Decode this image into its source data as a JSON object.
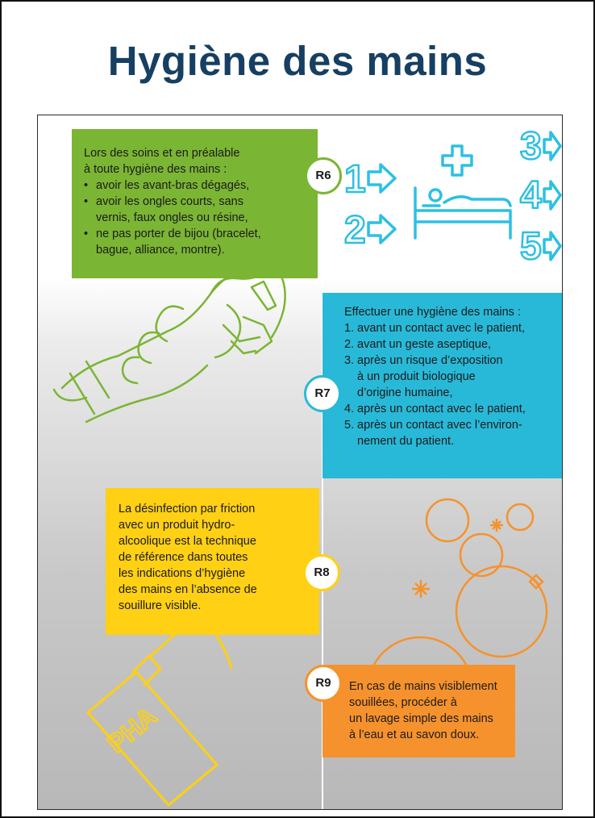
{
  "title": "Hygiène des mains",
  "colors": {
    "title": "#173f62",
    "green": "#7bb534",
    "cyan": "#29b9d8",
    "yellow": "#ffd014",
    "orange": "#f6922d"
  },
  "icons": [
    "steps-arrows-icon",
    "patient-bed-icon",
    "medical-cross-icon",
    "hands-rubbing-icon",
    "soap-bubbles-icon",
    "sanitizer-pump-bottle-icon"
  ],
  "step_arrows": [
    "1",
    "2",
    "3",
    "4",
    "5"
  ],
  "bottle_label": "PHA",
  "r6": {
    "badge": "R6",
    "lines": [
      "Lors des soins et en préalable",
      "à toute hygiène des mains :",
      "avoir les avant-bras dégagés,",
      "avoir les ongles courts, sans",
      "vernis, faux ongles ou résine,",
      "ne pas porter de bijou (bracelet,",
      "bague, alliance, montre)."
    ],
    "bullet": "•"
  },
  "r7": {
    "badge": "R7",
    "intro": "Effectuer une hygiène des mains :",
    "nums": [
      "1.",
      "2.",
      "3.",
      "4.",
      "5."
    ],
    "lines": [
      "avant un contact avec le patient,",
      "avant un geste aseptique,",
      "après un risque d’exposition",
      "à un produit biologique",
      "d’origine humaine,",
      "après un contact avec le patient,",
      "après un contact avec l’environ-",
      "nement du patient."
    ]
  },
  "r8": {
    "badge": "R8",
    "lines": [
      "La désinfection par friction",
      "avec un produit hydro-",
      "alcoolique est la technique",
      "de référence dans toutes",
      "les indications d’hygiène",
      "des mains en l’absence de",
      "souillure visible."
    ]
  },
  "r9": {
    "badge": "R9",
    "lines": [
      "En cas de mains visiblement",
      "souillées, procéder à",
      "un lavage simple des mains",
      "à l’eau et au savon doux."
    ]
  }
}
